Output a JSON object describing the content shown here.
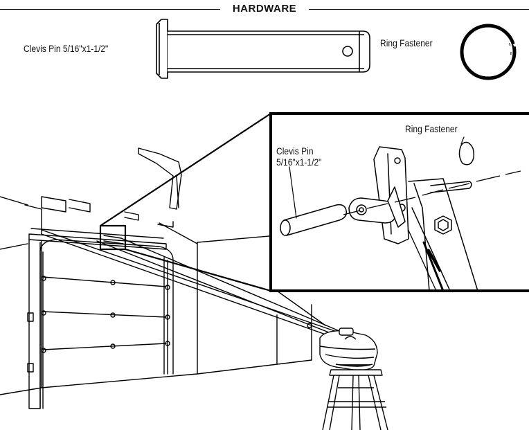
{
  "hardware": {
    "title": "HARDWARE",
    "clevis_pin_label": "Clevis Pin 5/16\"x1-1/2\"",
    "ring_fastener_label": "Ring Fastener"
  },
  "detail": {
    "ring_fastener_label": "Ring Fastener",
    "clevis_pin_label_line1": "Clevis Pin",
    "clevis_pin_label_line2": "5/16\"x1-1/2\""
  },
  "icons": [
    "clevis-pin-icon",
    "ring-fastener-icon",
    "garage-door-opener-icon",
    "stepladder-icon",
    "door-arm-bracket-icon"
  ]
}
